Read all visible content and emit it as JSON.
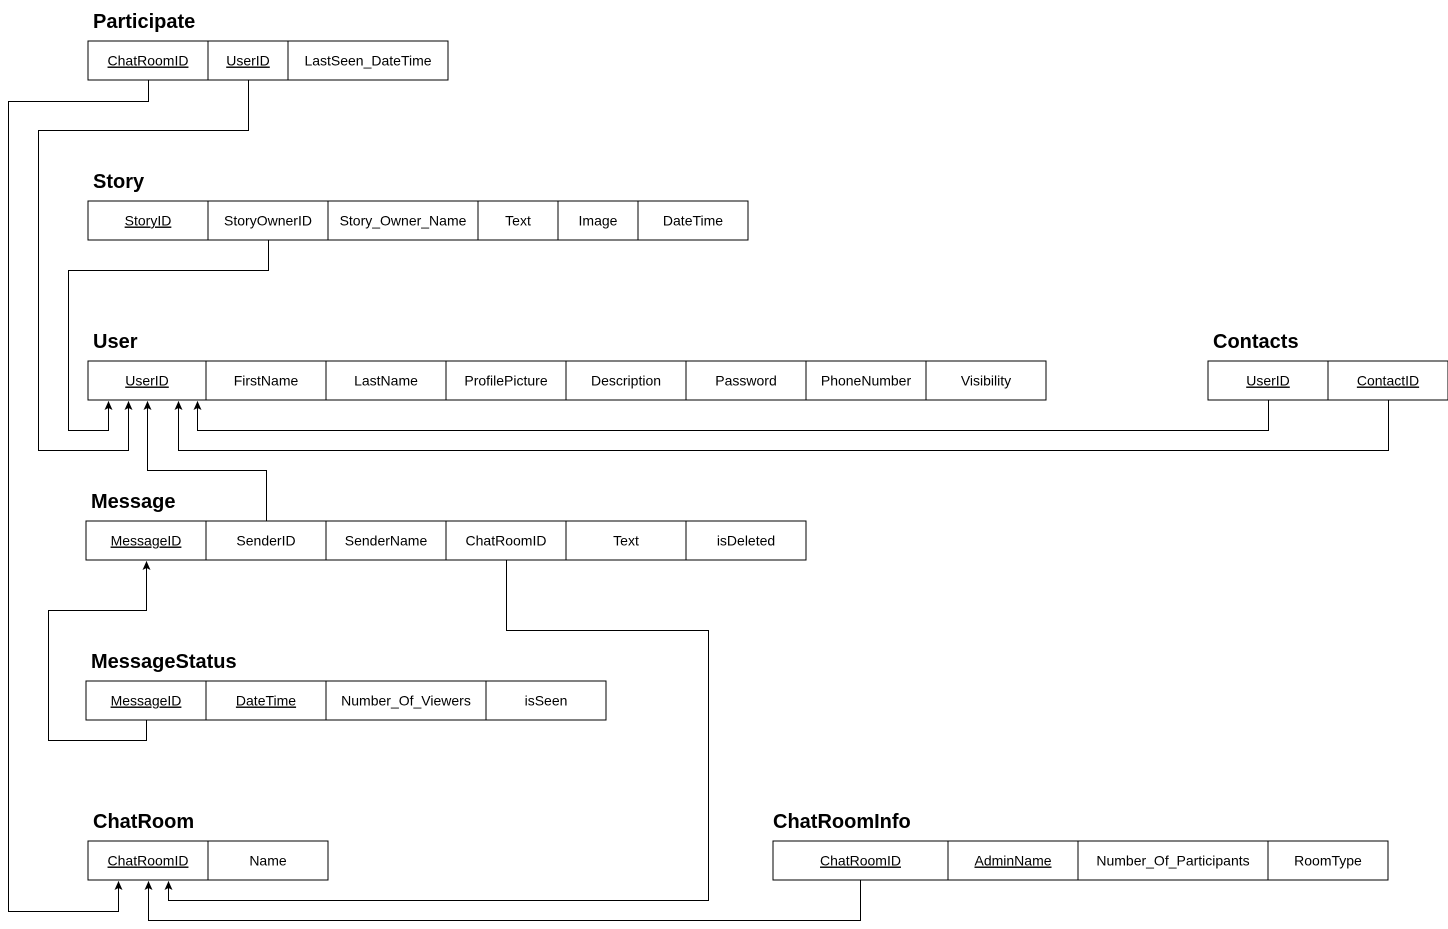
{
  "tables": [
    {
      "key": "participate",
      "name": "Participate",
      "fields": [
        {
          "label": "ChatRoomID",
          "underline": true
        },
        {
          "label": "UserID",
          "underline": true
        },
        {
          "label": "LastSeen_DateTime",
          "underline": false
        }
      ]
    },
    {
      "key": "story",
      "name": "Story",
      "fields": [
        {
          "label": "StoryID",
          "underline": true
        },
        {
          "label": "StoryOwnerID",
          "underline": false
        },
        {
          "label": "Story_Owner_Name",
          "underline": false
        },
        {
          "label": "Text",
          "underline": false
        },
        {
          "label": "Image",
          "underline": false
        },
        {
          "label": "DateTime",
          "underline": false
        }
      ]
    },
    {
      "key": "user",
      "name": "User",
      "fields": [
        {
          "label": "UserID",
          "underline": true
        },
        {
          "label": "FirstName",
          "underline": false
        },
        {
          "label": "LastName",
          "underline": false
        },
        {
          "label": "ProfilePicture",
          "underline": false
        },
        {
          "label": "Description",
          "underline": false
        },
        {
          "label": "Password",
          "underline": false
        },
        {
          "label": "PhoneNumber",
          "underline": false
        },
        {
          "label": "Visibility",
          "underline": false
        }
      ]
    },
    {
      "key": "contacts",
      "name": "Contacts",
      "fields": [
        {
          "label": "UserID",
          "underline": true
        },
        {
          "label": "ContactID",
          "underline": true
        }
      ]
    },
    {
      "key": "message",
      "name": "Message",
      "fields": [
        {
          "label": "MessageID",
          "underline": true
        },
        {
          "label": "SenderID",
          "underline": false
        },
        {
          "label": "SenderName",
          "underline": false
        },
        {
          "label": "ChatRoomID",
          "underline": false
        },
        {
          "label": "Text",
          "underline": false
        },
        {
          "label": "isDeleted",
          "underline": false
        }
      ]
    },
    {
      "key": "messagestatus",
      "name": "MessageStatus",
      "fields": [
        {
          "label": "MessageID",
          "underline": true
        },
        {
          "label": "DateTime",
          "underline": true
        },
        {
          "label": "Number_Of_Viewers",
          "underline": false
        },
        {
          "label": "isSeen",
          "underline": false
        }
      ]
    },
    {
      "key": "chatroom",
      "name": "ChatRoom",
      "fields": [
        {
          "label": "ChatRoomID",
          "underline": true
        },
        {
          "label": "Name",
          "underline": false
        }
      ]
    },
    {
      "key": "chatroominfo",
      "name": "ChatRoomInfo",
      "fields": [
        {
          "label": "ChatRoomID",
          "underline": true
        },
        {
          "label": "AdminName",
          "underline": true
        },
        {
          "label": "Number_Of_Participants",
          "underline": false
        },
        {
          "label": "RoomType",
          "underline": false
        }
      ]
    }
  ],
  "relationships": [
    {
      "from": "Participate.ChatRoomID",
      "to": "ChatRoom.ChatRoomID"
    },
    {
      "from": "Participate.UserID",
      "to": "User.UserID"
    },
    {
      "from": "Story.StoryOwnerID",
      "to": "User.UserID"
    },
    {
      "from": "Message.SenderID",
      "to": "User.UserID"
    },
    {
      "from": "Contacts.UserID",
      "to": "User.UserID"
    },
    {
      "from": "Contacts.ContactID",
      "to": "User.UserID"
    },
    {
      "from": "MessageStatus.MessageID",
      "to": "Message.MessageID"
    },
    {
      "from": "Message.ChatRoomID",
      "to": "ChatRoom.ChatRoomID"
    },
    {
      "from": "ChatRoomInfo.ChatRoomID",
      "to": "ChatRoom.ChatRoomID"
    }
  ],
  "colors": {
    "line": "#000000",
    "background": "#ffffff"
  }
}
